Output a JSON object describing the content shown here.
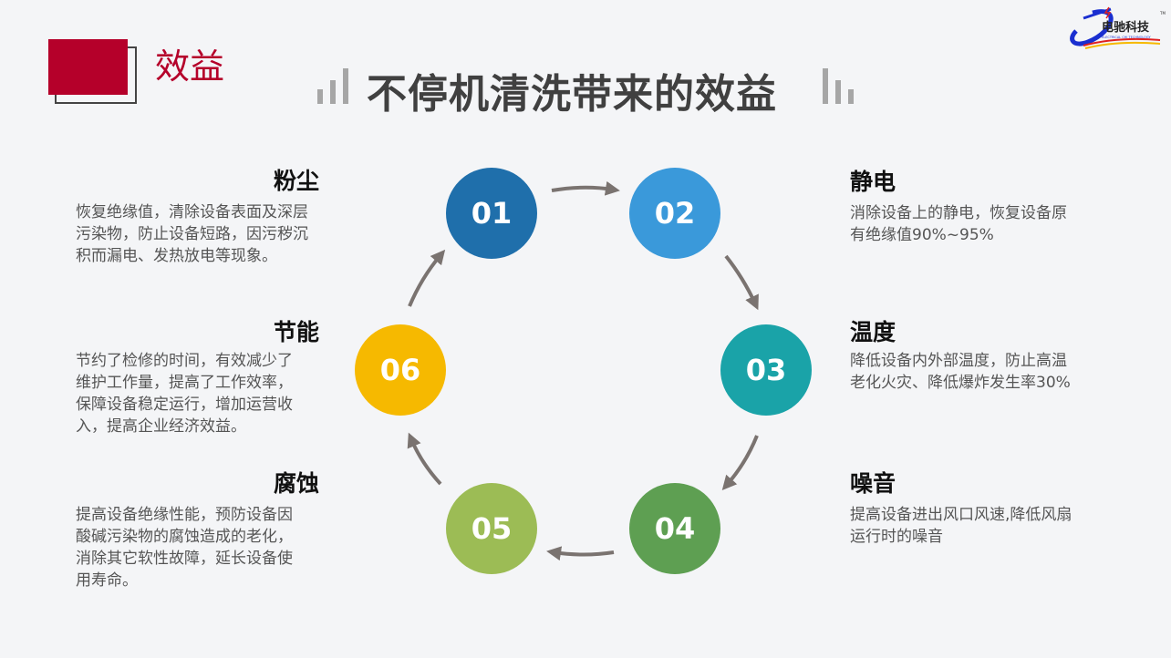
{
  "section_title": "效益",
  "main_title": "不停机清洗带来的效益",
  "logo": {
    "text": "电驰科技",
    "subtext": "ELECTRICAL CHI TECHNOLOGY",
    "tm": "TM"
  },
  "steps": [
    {
      "num": "01",
      "color": "#1f6fab"
    },
    {
      "num": "02",
      "color": "#3a99da"
    },
    {
      "num": "03",
      "color": "#1aa3a8"
    },
    {
      "num": "04",
      "color": "#5e9f52"
    },
    {
      "num": "05",
      "color": "#9cbc55"
    },
    {
      "num": "06",
      "color": "#f6b900"
    }
  ],
  "benefits": {
    "dust": {
      "title": "粉尘",
      "lines": [
        "恢复绝缘值，清除设备表面及深层",
        "污染物，防止设备短路，因污秽沉",
        "积而漏电、发热放电等现象。"
      ]
    },
    "energy": {
      "title": "节能",
      "lines": [
        "节约了检修的时间，有效减少了",
        "维护工作量，提高了工作效率，",
        "保障设备稳定运行，增加运营收",
        "入，提高企业经济效益。"
      ]
    },
    "corrosion": {
      "title": "腐蚀",
      "lines": [
        "提高设备绝缘性能，预防设备因",
        "酸碱污染物的腐蚀造成的老化，",
        "消除其它软性故障，延长设备使",
        "用寿命。"
      ]
    },
    "static": {
      "title": "静电",
      "lines": [
        "消除设备上的静电，恢复设备原",
        "有绝缘值90%~95%"
      ]
    },
    "temperature": {
      "title": "温度",
      "lines": [
        "降低设备内外部温度，防止高温",
        "老化火灾、降低爆炸发生率30%"
      ]
    },
    "noise": {
      "title": "噪音",
      "lines": [
        "提高设备进出风口风速,降低风扇",
        "运行时的噪音"
      ]
    }
  }
}
